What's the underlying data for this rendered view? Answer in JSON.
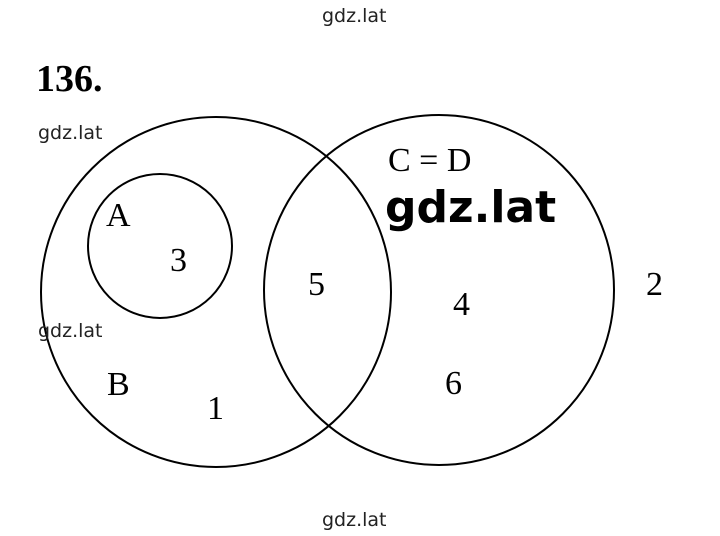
{
  "problem_number": "136.",
  "watermarks": {
    "top": "gdz.lat",
    "upper_left": "gdz.lat",
    "middle_left": "gdz.lat",
    "center_big": "gdz.lat",
    "bottom": "gdz.lat"
  },
  "sets": {
    "a_label": "A",
    "b_label": "B",
    "cd_label": "C = D"
  },
  "elements": {
    "in_a": "3",
    "in_b_only": "1",
    "in_intersection": "5",
    "in_cd_top": "4",
    "in_cd_bottom": "6",
    "outside": "2"
  },
  "colors": {
    "stroke": "#000000",
    "background": "#ffffff"
  }
}
